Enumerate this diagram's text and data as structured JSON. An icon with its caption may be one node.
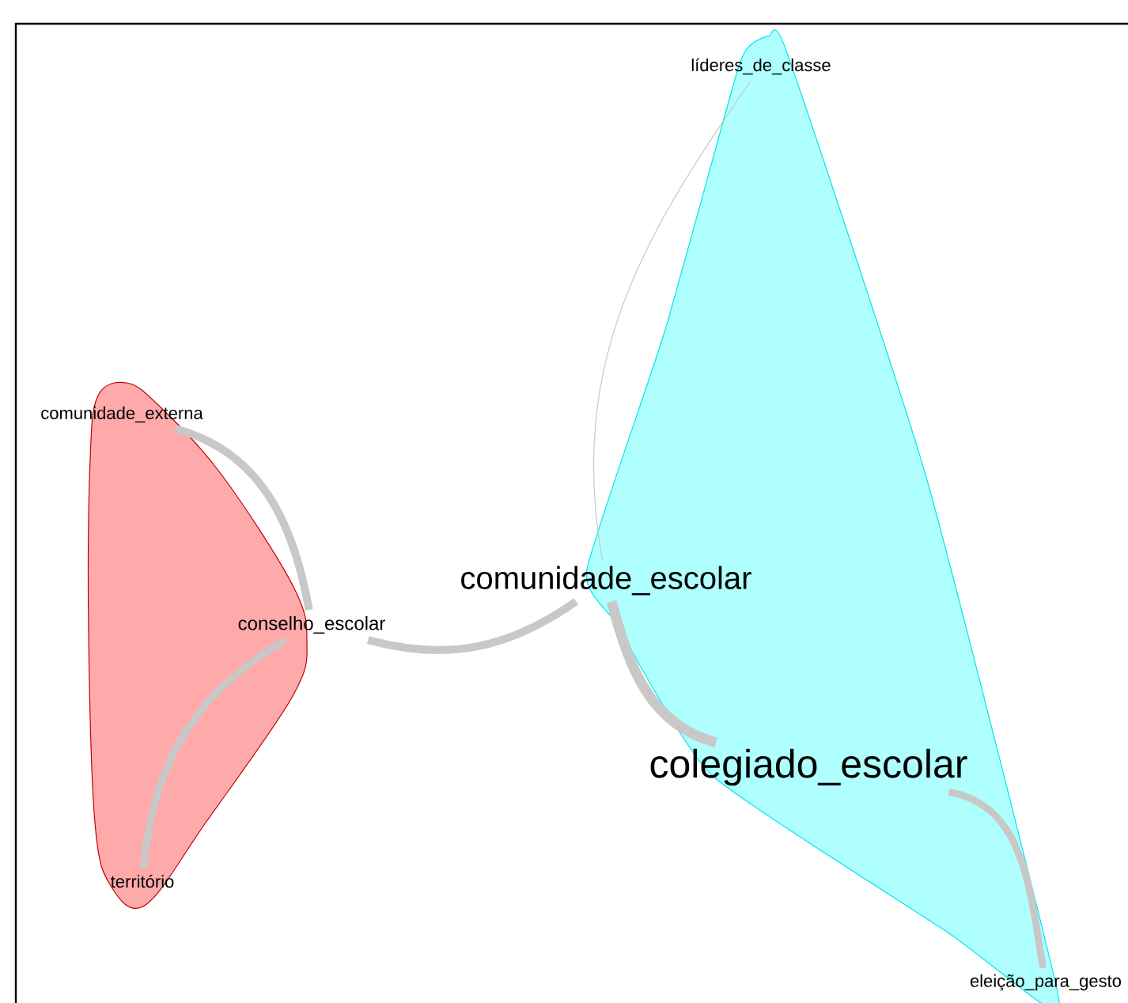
{
  "diagram": {
    "nodes": [
      {
        "text": [
          "líderes_de_classe"
        ]
      },
      {
        "text": [
          "comunidade_externa"
        ]
      },
      {
        "text": [
          "comunidade_escolar"
        ]
      },
      {
        "text": [
          "conselho_escolar"
        ]
      },
      {
        "text": [
          "colegiado_escolar"
        ]
      },
      {
        "text": [
          "território"
        ]
      },
      {
        "text": [
          "eleição_para_gesto"
        ]
      }
    ],
    "edges": [
      {
        "from": 1,
        "to": 3,
        "arrow": "none"
      },
      {
        "from": 5,
        "to": 3,
        "arrow": "none"
      },
      {
        "from": 3,
        "to": 2,
        "arrow": "none"
      },
      {
        "from": 2,
        "to": 0,
        "arrow": "none"
      },
      {
        "from": 2,
        "to": 4,
        "arrow": "none"
      },
      {
        "from": 4,
        "to": 6,
        "arrow": "none"
      }
    ]
  }
}
